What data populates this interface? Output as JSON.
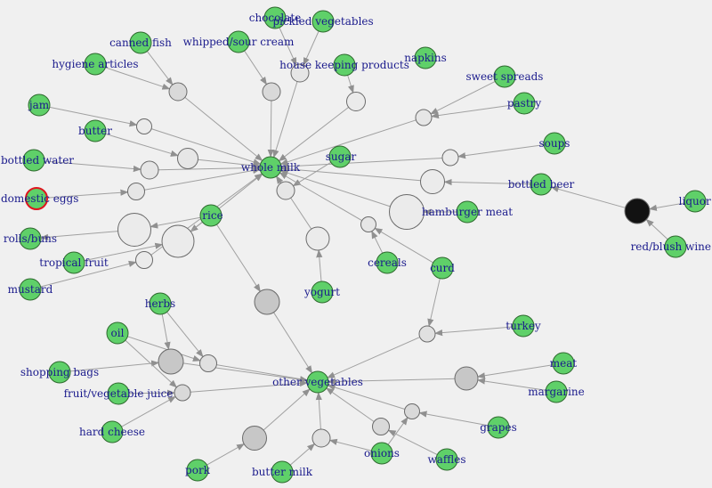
{
  "colors": {
    "background": "#f0f0f0",
    "item_fill": "#5fd069",
    "item_stroke": "#2f6a2f",
    "highlight_stroke": "#e0141e",
    "edge": "#a0a0a0",
    "arrow": "#909090",
    "label": "#1a1a8c"
  },
  "items": [
    {
      "id": "chocolate",
      "label": "chocolate"
    },
    {
      "id": "pickled_vegetables",
      "label": "pickled vegetables"
    },
    {
      "id": "canned_fish",
      "label": "canned fish"
    },
    {
      "id": "whipped_sour_cream",
      "label": "whipped/sour cream"
    },
    {
      "id": "napkins",
      "label": "napkins"
    },
    {
      "id": "hygiene_articles",
      "label": "hygiene articles"
    },
    {
      "id": "house_keeping_products",
      "label": "house keeping products"
    },
    {
      "id": "sweet_spreads",
      "label": "sweet spreads"
    },
    {
      "id": "jam",
      "label": "jam"
    },
    {
      "id": "pastry",
      "label": "pastry"
    },
    {
      "id": "butter",
      "label": "butter"
    },
    {
      "id": "soups",
      "label": "soups"
    },
    {
      "id": "sugar",
      "label": "sugar"
    },
    {
      "id": "bottled_water",
      "label": "bottled water"
    },
    {
      "id": "whole_milk",
      "label": "whole milk"
    },
    {
      "id": "bottled_beer",
      "label": "bottled beer"
    },
    {
      "id": "domestic_eggs",
      "label": "domestic eggs",
      "highlight": true
    },
    {
      "id": "liquor",
      "label": "liquor"
    },
    {
      "id": "rice",
      "label": "rice"
    },
    {
      "id": "hamburger_meat",
      "label": "hamburger meat"
    },
    {
      "id": "rolls_buns",
      "label": "rolls/buns"
    },
    {
      "id": "red_blush_wine",
      "label": "red/blush wine"
    },
    {
      "id": "tropical_fruit",
      "label": "tropical fruit"
    },
    {
      "id": "cereals",
      "label": "cereals"
    },
    {
      "id": "curd",
      "label": "curd"
    },
    {
      "id": "mustard",
      "label": "mustard"
    },
    {
      "id": "yogurt",
      "label": "yogurt"
    },
    {
      "id": "herbs",
      "label": "herbs"
    },
    {
      "id": "oil",
      "label": "oil"
    },
    {
      "id": "turkey",
      "label": "turkey"
    },
    {
      "id": "shopping_bags",
      "label": "shopping bags"
    },
    {
      "id": "meat",
      "label": "meat"
    },
    {
      "id": "fruit_vegetable_juice",
      "label": "fruit/vegetable juice"
    },
    {
      "id": "other_vegetables",
      "label": "other vegetables"
    },
    {
      "id": "margarine",
      "label": "margarine"
    },
    {
      "id": "hard_cheese",
      "label": "hard cheese"
    },
    {
      "id": "grapes",
      "label": "grapes"
    },
    {
      "id": "onions",
      "label": "onions"
    },
    {
      "id": "waffles",
      "label": "waffles"
    },
    {
      "id": "pork",
      "label": "pork"
    },
    {
      "id": "butter_milk",
      "label": "butter milk"
    }
  ],
  "rules": [
    {
      "id": "r_canned_fish",
      "from": [
        "canned_fish",
        "hygiene_articles"
      ],
      "to": "whole_milk",
      "size": 1,
      "shade": 0.85
    },
    {
      "id": "r_cream",
      "from": [
        "whipped_sour_cream"
      ],
      "to": "whole_milk",
      "size": 1,
      "shade": 0.85
    },
    {
      "id": "r_choc",
      "from": [
        "chocolate",
        "pickled_vegetables"
      ],
      "to": "whole_milk",
      "size": 1,
      "shade": 0.9
    },
    {
      "id": "r_house",
      "from": [
        "house_keeping_products"
      ],
      "to": "whole_milk",
      "size": 1.1,
      "shade": 0.92
    },
    {
      "id": "r_pastry",
      "from": [
        "sweet_spreads",
        "pastry"
      ],
      "to": "whole_milk",
      "size": 0.8,
      "shade": 0.9
    },
    {
      "id": "r_jam",
      "from": [
        "jam"
      ],
      "to": "whole_milk",
      "size": 0.7,
      "shade": 0.92
    },
    {
      "id": "r_butter",
      "from": [
        "butter"
      ],
      "to": "whole_milk",
      "size": 1.3,
      "shade": 0.9
    },
    {
      "id": "r_water",
      "from": [
        "bottled_water"
      ],
      "to": "whole_milk",
      "size": 1,
      "shade": 0.9
    },
    {
      "id": "r_eggs",
      "from": [
        "domestic_eggs"
      ],
      "to": "whole_milk",
      "size": 0.9,
      "shade": 0.9
    },
    {
      "id": "r_sugar",
      "from": [
        "sugar"
      ],
      "to": "whole_milk",
      "size": 1,
      "shade": 0.9
    },
    {
      "id": "r_soups",
      "from": [
        "soups"
      ],
      "to": "whole_milk",
      "size": 0.8,
      "shade": 0.92
    },
    {
      "id": "r_beer",
      "from": [
        "bottled_beer"
      ],
      "to": "whole_milk",
      "size": 1.7,
      "shade": 0.92
    },
    {
      "id": "r_hamburger",
      "from": [
        "hamburger_meat"
      ],
      "to": "whole_milk",
      "size": 2.9,
      "shade": 0.92
    },
    {
      "id": "r_rolls",
      "from": [
        "rice"
      ],
      "to": "rolls_buns",
      "size": 2.7,
      "shade": 0.92
    },
    {
      "id": "r_tropical",
      "from": [
        "rice",
        "tropical_fruit"
      ],
      "to": "whole_milk",
      "size": 2.6,
      "shade": 0.92
    },
    {
      "id": "r_mustard",
      "from": [
        "mustard"
      ],
      "to": "whole_milk",
      "size": 0.9,
      "shade": 0.92
    },
    {
      "id": "r_cereals",
      "from": [
        "cereals",
        "curd"
      ],
      "to": "whole_milk",
      "size": 0.7,
      "shade": 0.9
    },
    {
      "id": "r_yogurt",
      "from": [
        "yogurt"
      ],
      "to": "whole_milk",
      "size": 1.6,
      "shade": 0.92
    },
    {
      "id": "r_rice_veg",
      "from": [
        "rice"
      ],
      "to": "other_vegetables",
      "size": 1.8,
      "shade": 0.78
    },
    {
      "id": "r_curd_veg",
      "from": [
        "curd",
        "turkey"
      ],
      "to": "other_vegetables",
      "size": 0.8,
      "shade": 0.88
    },
    {
      "id": "r_liquor",
      "from": [
        "liquor",
        "red_blush_wine"
      ],
      "to": "bottled_beer",
      "size": 1.8,
      "shade": 0.07
    },
    {
      "id": "r_herbs",
      "from": [
        "herbs",
        "shopping_bags"
      ],
      "to": "other_vegetables",
      "size": 1.8,
      "shade": 0.78
    },
    {
      "id": "r_oil",
      "from": [
        "oil",
        "herbs"
      ],
      "to": "other_vegetables",
      "size": 0.9,
      "shade": 0.88
    },
    {
      "id": "r_juice",
      "from": [
        "fruit_vegetable_juice",
        "oil",
        "hard_cheese"
      ],
      "to": "other_vegetables",
      "size": 0.8,
      "shade": 0.85
    },
    {
      "id": "r_meat",
      "from": [
        "meat",
        "margarine"
      ],
      "to": "other_vegetables",
      "size": 1.6,
      "shade": 0.78
    },
    {
      "id": "r_grapes",
      "from": [
        "grapes",
        "onions"
      ],
      "to": "other_vegetables",
      "size": 0.7,
      "shade": 0.85
    },
    {
      "id": "r_waffles",
      "from": [
        "waffles"
      ],
      "to": "other_vegetables",
      "size": 0.9,
      "shade": 0.85
    },
    {
      "id": "r_pork",
      "from": [
        "pork"
      ],
      "to": "other_vegetables",
      "size": 1.7,
      "shade": 0.78
    },
    {
      "id": "r_buttermilk",
      "from": [
        "butter_milk",
        "onions"
      ],
      "to": "other_vegetables",
      "size": 1,
      "shade": 0.88
    }
  ]
}
